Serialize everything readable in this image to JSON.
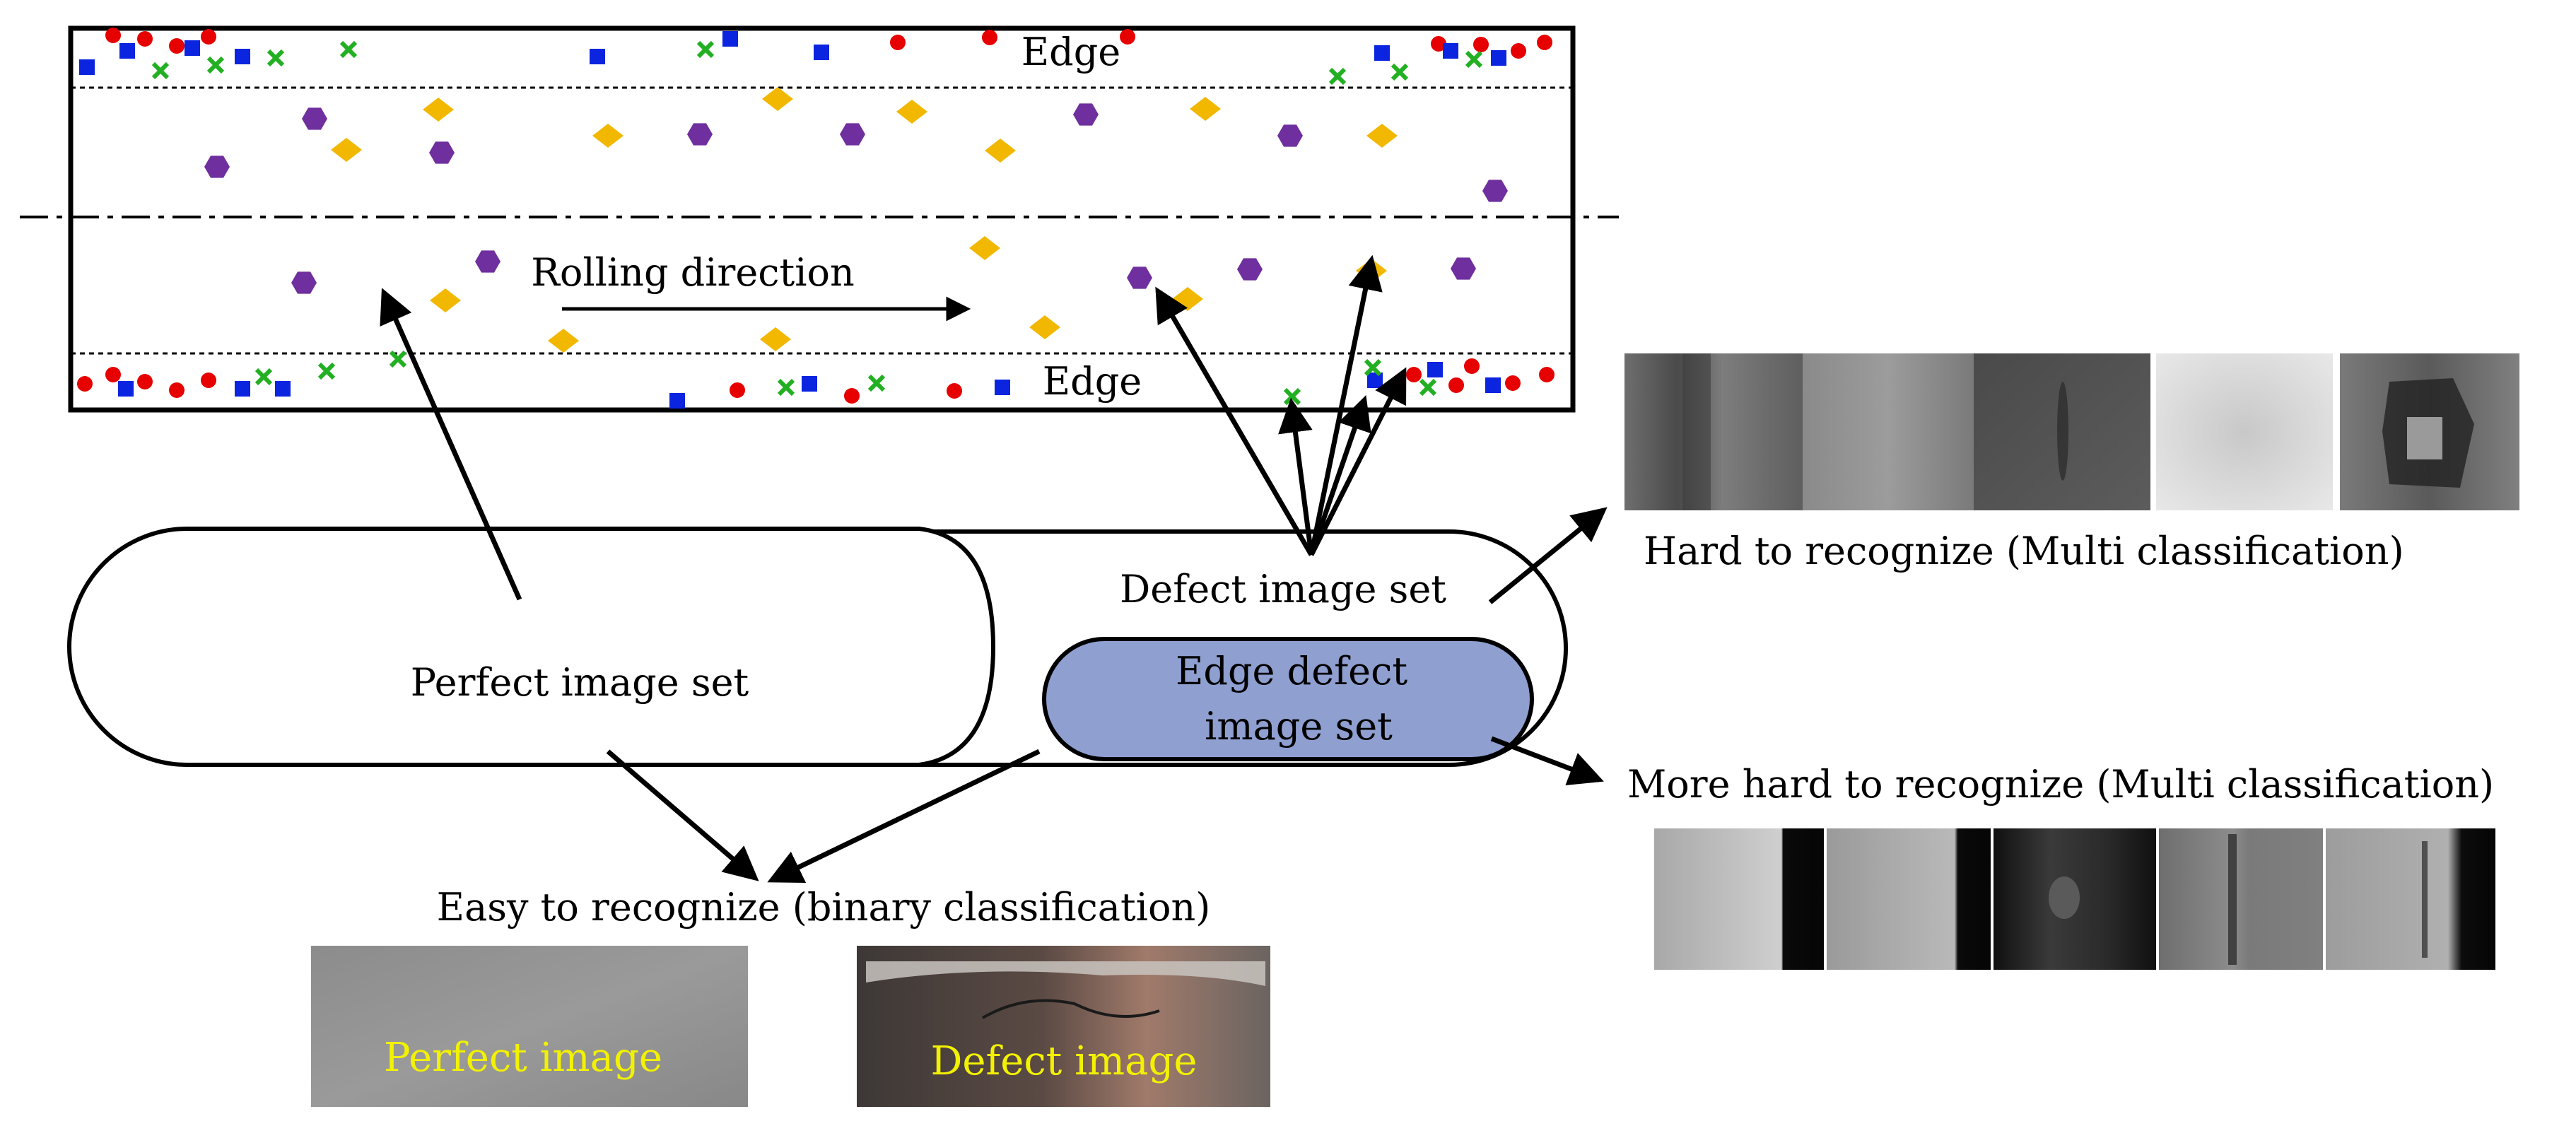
{
  "strip": {
    "edge_top_label": "Edge",
    "edge_bottom_label": "Edge",
    "rolling_label": "Rolling direction"
  },
  "sets": {
    "perfect_label": "Perfect image set",
    "defect_label": "Defect image set",
    "edge_defect_line1": "Edge defect",
    "edge_defect_line2": "image set",
    "edge_defect_fill": "#8E9FD0"
  },
  "captions": {
    "hard": "Hard to recognize (Multi classification)",
    "more_hard": "More hard to recognize (Multi classification)",
    "easy": "Easy to recognize (binary classification)"
  },
  "samples": {
    "perfect_image_label": "Perfect image",
    "defect_image_label": "Defect image",
    "overlay_text_color": "#F2F200"
  },
  "markers": {
    "colors": {
      "circle": "#E60000",
      "square": "#0A24E0",
      "cross": "#22B022",
      "hexagon": "#6F2F9E",
      "diamond": "#F2B800"
    }
  }
}
